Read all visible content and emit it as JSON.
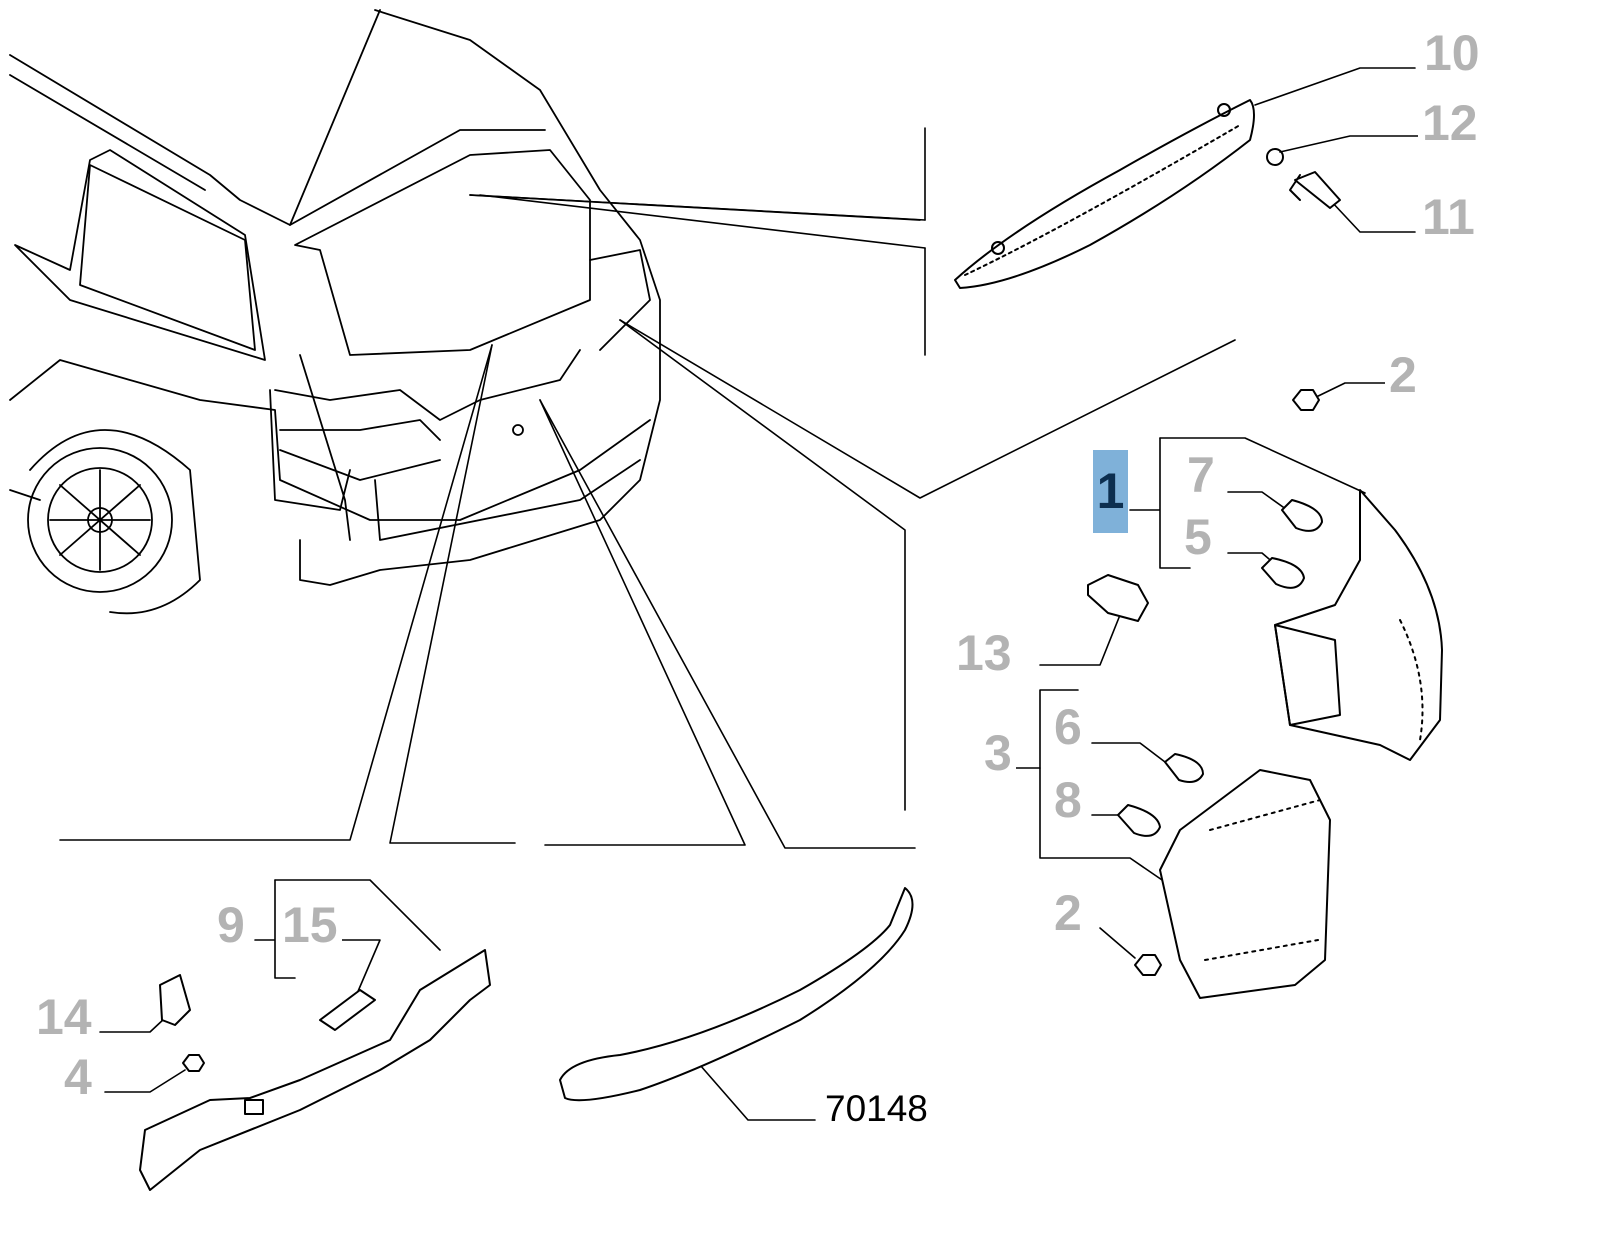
{
  "diagram": {
    "title_ref": "70148",
    "highlight_color": "#7fb1d9",
    "label_color": "#b3b3b3",
    "callouts": {
      "p10": "10",
      "p12": "12",
      "p11": "11",
      "p2_top": "2",
      "p1": "1",
      "p7": "7",
      "p5": "5",
      "p13": "13",
      "p3": "3",
      "p6": "6",
      "p8": "8",
      "p2_bottom": "2",
      "p9": "9",
      "p15": "15",
      "p14": "14",
      "p4": "4"
    }
  }
}
